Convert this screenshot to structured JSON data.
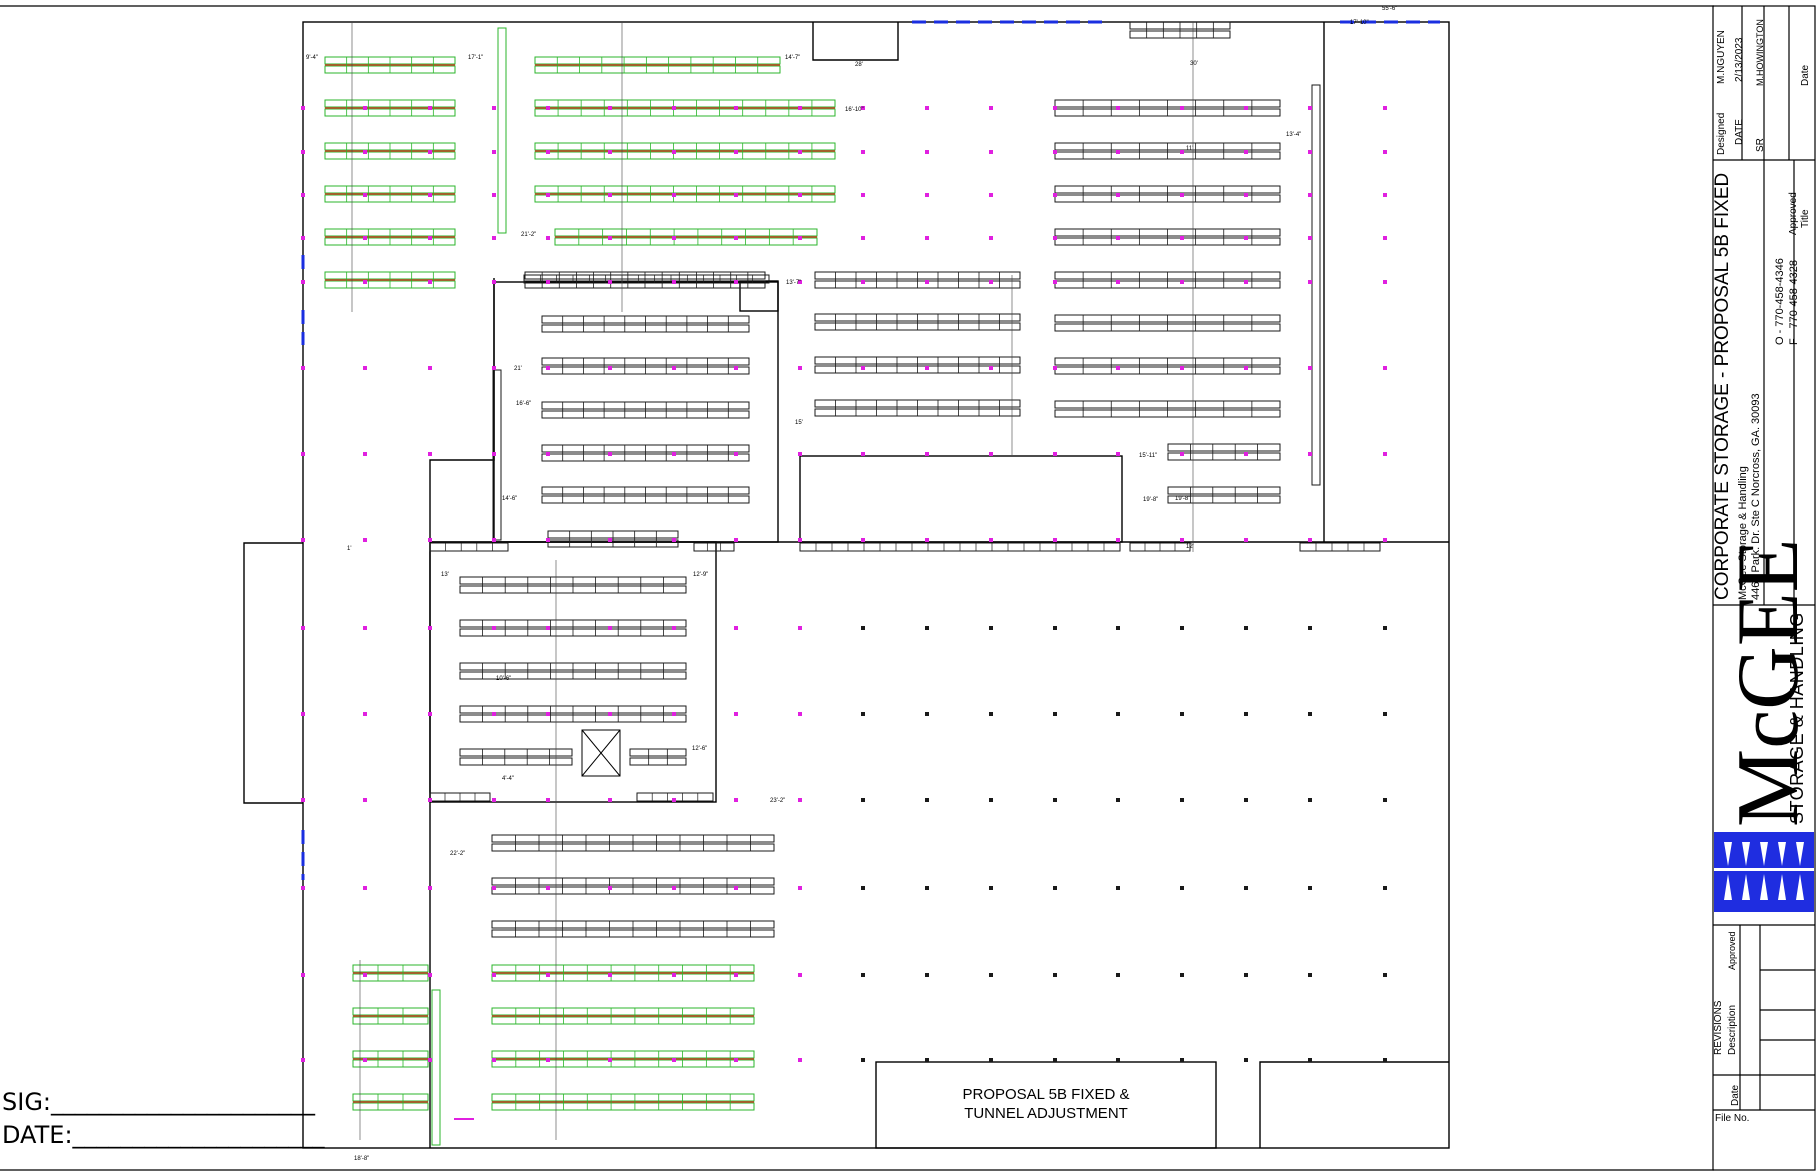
{
  "title_block": {
    "project_title": "CORPORATE STORAGE - PROPOSAL 5B FIXED",
    "company_name": "McGee Storage & Handling",
    "company_address": "4467 Park. Dr. Ste C Norcross, GA. 30093",
    "phone": "O - 770-458-4346",
    "fax": "F - 770-458-4328",
    "logo_word": "McGEE",
    "logo_tagline": "STORAGE & HANDLING",
    "designed_label": "Designed",
    "designed_by": "M.NGUYEN",
    "date_label": "DATE",
    "date_value": "2/13/2023",
    "sr_label": "SR",
    "sr_value": "M.HOWINGTON",
    "approved_label": "Approved",
    "title_label": "Title",
    "date_small_label": "Date",
    "revisions_label": "REVISIONS",
    "rev_description_label": "Description",
    "rev_approved_label": "Approved",
    "rev_date_label": "Date",
    "file_no_label": "File  No."
  },
  "signoff": {
    "sig_label": "SIG:______________________",
    "date_label": "DATE:_____________________"
  },
  "plan": {
    "label_line1": "PROPOSAL 5B FIXED &",
    "label_line2": "TUNNEL ADJUSTMENT",
    "dimensions": [
      "55'-6\"",
      "9'-4\"",
      "17'-1\"",
      "14'-7\"",
      "16'-10\"",
      "21'-2\"",
      "17'-10\"",
      "13'-4\"",
      "19'-8\"",
      "13'-7\"",
      "21'",
      "16'-6\"",
      "15'",
      "15'-11\"",
      "19'-8\"",
      "13'",
      "12'-9\"",
      "12'",
      "12'-6\"",
      "23'-2\"",
      "22'-2\"",
      "18'-8\"",
      "30'",
      "11'",
      "1'",
      "28'",
      "10'-6\"",
      "14'-6\"",
      "4'-4\""
    ]
  },
  "colors": {
    "structure": "#000000",
    "fixed_rack": "#2bb52b",
    "rack_beam": "#e8312d",
    "new_rack": "#1a1a1a",
    "column": "#e020e0",
    "door": "#1a2ee0",
    "logo_blue": "#1f2de0"
  }
}
